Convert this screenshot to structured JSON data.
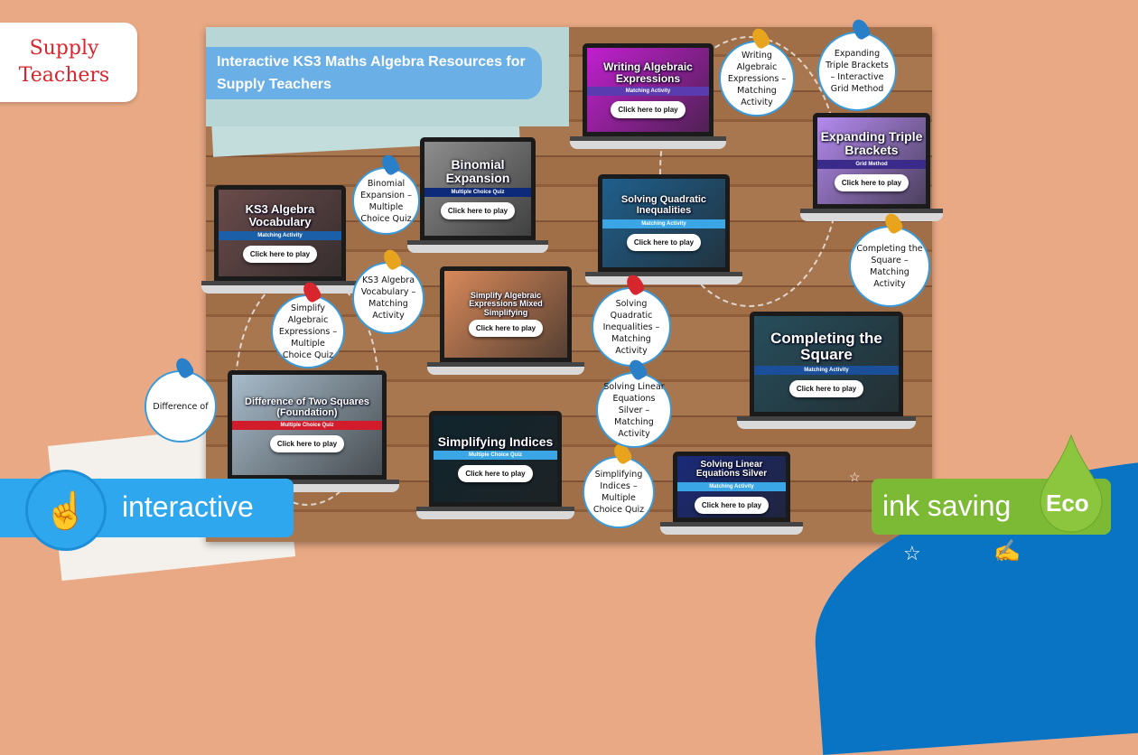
{
  "tag": {
    "line1": "Supply",
    "line2": "Teachers"
  },
  "title": "Interactive KS3 Maths Algebra Resources for Supply Teachers",
  "play_label": "Click here to play",
  "laptops": [
    {
      "title": "KS3 Algebra Vocabulary",
      "subtitle": "Matching Activity",
      "bg": "#6a4b4b",
      "band": "#1a5fa8"
    },
    {
      "title": "Binomial Expansion",
      "subtitle": "Multiple Choice Quiz",
      "bg": "#8d8d8d",
      "band": "#0d2a7a"
    },
    {
      "title": "Writing Algebraic Expressions",
      "subtitle": "Matching Activity",
      "bg": "#c21fd0",
      "band": "#5a3bb0"
    },
    {
      "title": "Expanding Triple Brackets",
      "subtitle": "Grid Method",
      "bg": "#b48af0",
      "band": "#3a2a8a"
    },
    {
      "title": "Solving Quadratic Inequalities",
      "subtitle": "Matching Activity",
      "bg": "#1f5f8c",
      "band": "#3aa6e6"
    },
    {
      "title": "Simplify Algebraic Expressions Mixed Simplifying",
      "subtitle": "",
      "bg": "#d8895a",
      "band": "#2ca0dd"
    },
    {
      "title": "Completing the Square",
      "subtitle": "Matching Activity",
      "bg": "#264e5c",
      "band": "#1c4f9a"
    },
    {
      "title": "Difference of Two Squares (Foundation)",
      "subtitle": "Multiple Choice Quiz",
      "bg": "#a8bccb",
      "band": "#d21c2c"
    },
    {
      "title": "Simplifying Indices",
      "subtitle": "Multiple Choice Quiz",
      "bg": "#10252e",
      "band": "#3aa6e6"
    },
    {
      "title": "Solving Linear Equations Silver",
      "subtitle": "Matching Activity",
      "bg": "#1a2a7a",
      "band": "#3aa6e6"
    }
  ],
  "notes": [
    "KS3 Algebra Vocabulary – Matching Activity",
    "Binomial Expansion – Multiple Choice Quiz",
    "Writing Algebraic Expressions – Matching Activity",
    "Expanding Triple Brackets – Interactive Grid Method",
    "Solving Quadratic Inequalities – Matching Activity",
    "Simplify Algebraic Expressions – Multiple Choice Quiz",
    "Completing the Square – Matching Activity",
    "Difference of",
    "Simplifying Indices – Multiple Choice Quiz",
    "Solving Linear Equations Silver – Matching Activity"
  ],
  "badges": {
    "interactive": "interactive",
    "ink_saving": "ink saving",
    "eco": "Eco"
  },
  "colors": {
    "background": "#e9a984",
    "accent_blue": "#2fa7ee",
    "eco_green": "#7cba36",
    "tag_red": "#d8262e"
  }
}
